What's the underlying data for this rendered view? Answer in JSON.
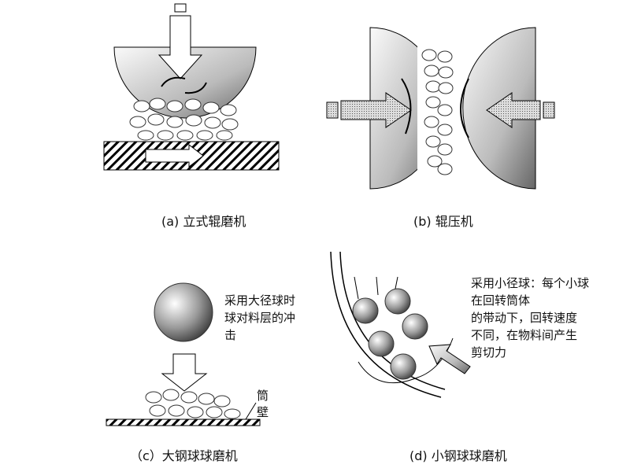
{
  "captions": {
    "a": "(a)  立式辊磨机",
    "b": "(b)  辊压机",
    "c": "（c）大钢球球磨机",
    "d": "(d)  小钢球球磨机"
  },
  "panel_c": {
    "note_lines": [
      "采用大径球时",
      "球对料层的冲",
      "击"
    ],
    "wall_label_lines": [
      "筒",
      "壁"
    ]
  },
  "panel_d": {
    "note_lines": [
      "采用小径球：每个小球",
      "在回转筒体",
      "的带动下，回转速度",
      "不同，在物料间产生",
      "剪切力"
    ]
  }
}
